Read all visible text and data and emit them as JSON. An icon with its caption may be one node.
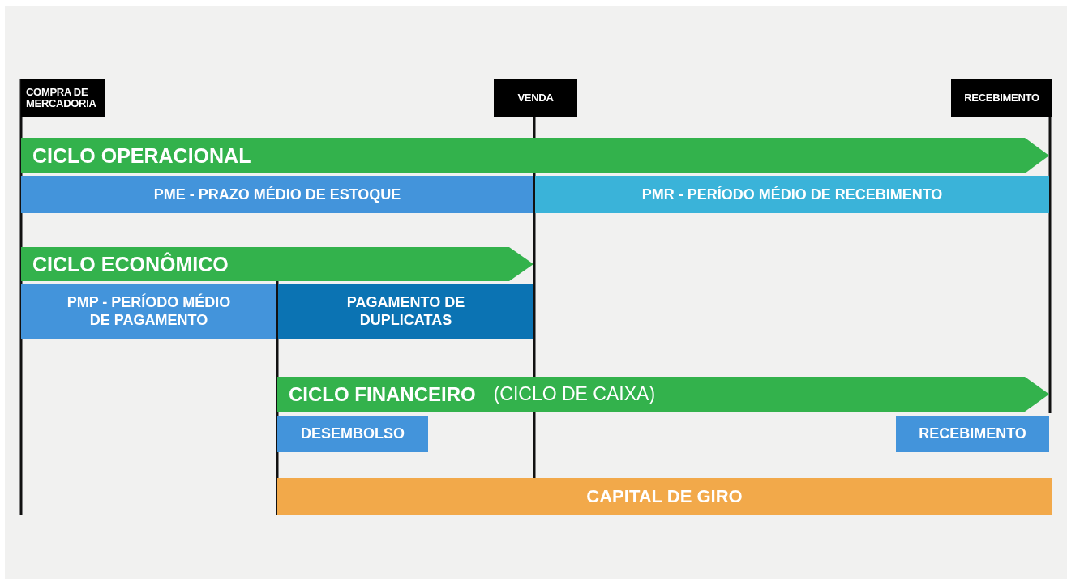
{
  "diagram": {
    "nodes": [
      {
        "text": [
          "COMPRA DE MERCADORIA"
        ]
      },
      {
        "text": [
          "VENDA"
        ]
      },
      {
        "text": [
          "RECEBIMENTO"
        ]
      },
      {
        "text": [
          "CICLO OPERACIONAL"
        ]
      },
      {
        "text": [
          "PME - PRAZO MÉDIO DE ESTOQUE"
        ]
      },
      {
        "text": [
          "PMR - PERÍODO MÉDIO DE RECEBIMENTO"
        ]
      },
      {
        "text": [
          "CICLO ECONÔMICO"
        ]
      },
      {
        "text": [
          "PMP - PERÍODO MÉDIO DE PAGAMENTO"
        ]
      },
      {
        "text": [
          "PAGAMENTO DE DUPLICATAS"
        ]
      },
      {
        "text": [
          "CICLO FINANCEIRO",
          "(CICLO DE CAIXA)"
        ]
      },
      {
        "text": [
          "DESEMBOLSO"
        ]
      },
      {
        "text": [
          "RECEBIMENTO"
        ]
      },
      {
        "text": [
          "CAPITAL DE GIRO"
        ]
      }
    ],
    "edges": []
  }
}
